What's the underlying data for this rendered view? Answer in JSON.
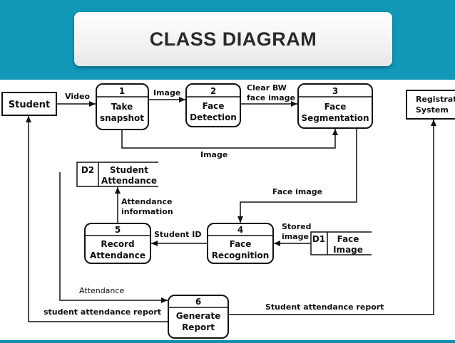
{
  "slide": {
    "title": "CLASS DIAGRAM"
  },
  "diagram": {
    "external": {
      "student": "Student",
      "registration_line1": "Registratio",
      "registration_line2": "System"
    },
    "processes": {
      "p1": {
        "number": "1",
        "line1": "Take",
        "line2": "snapshot"
      },
      "p2": {
        "number": "2",
        "line1": "Face",
        "line2": "Detection"
      },
      "p3": {
        "number": "3",
        "line1": "Face",
        "line2": "Segmentation"
      },
      "p4": {
        "number": "4",
        "line1": "Face",
        "line2": "Recognition"
      },
      "p5": {
        "number": "5",
        "line1": "Record",
        "line2": "Attendance"
      },
      "p6": {
        "number": "6",
        "line1": "Generate",
        "line2": "Report"
      }
    },
    "stores": {
      "d2": {
        "id": "D2",
        "line1": "Student",
        "line2": "Attendance"
      },
      "d1": {
        "id": "D1",
        "line1": "Face",
        "line2": "Image"
      }
    },
    "flows": {
      "video": "Video",
      "image_1_2": "Image",
      "clear_bw_line1": "Clear BW",
      "clear_bw_line2": "face image",
      "image_1_3": "Image",
      "face_image": "Face image",
      "stored_line1": "Stored",
      "stored_line2": "image",
      "student_id": "Student ID",
      "att_info_line1": "Attendance",
      "att_info_line2": "information",
      "attendance": "Attendance",
      "student_att_report_left": "student attendance report",
      "student_att_report_right": "Student attendance report"
    }
  }
}
